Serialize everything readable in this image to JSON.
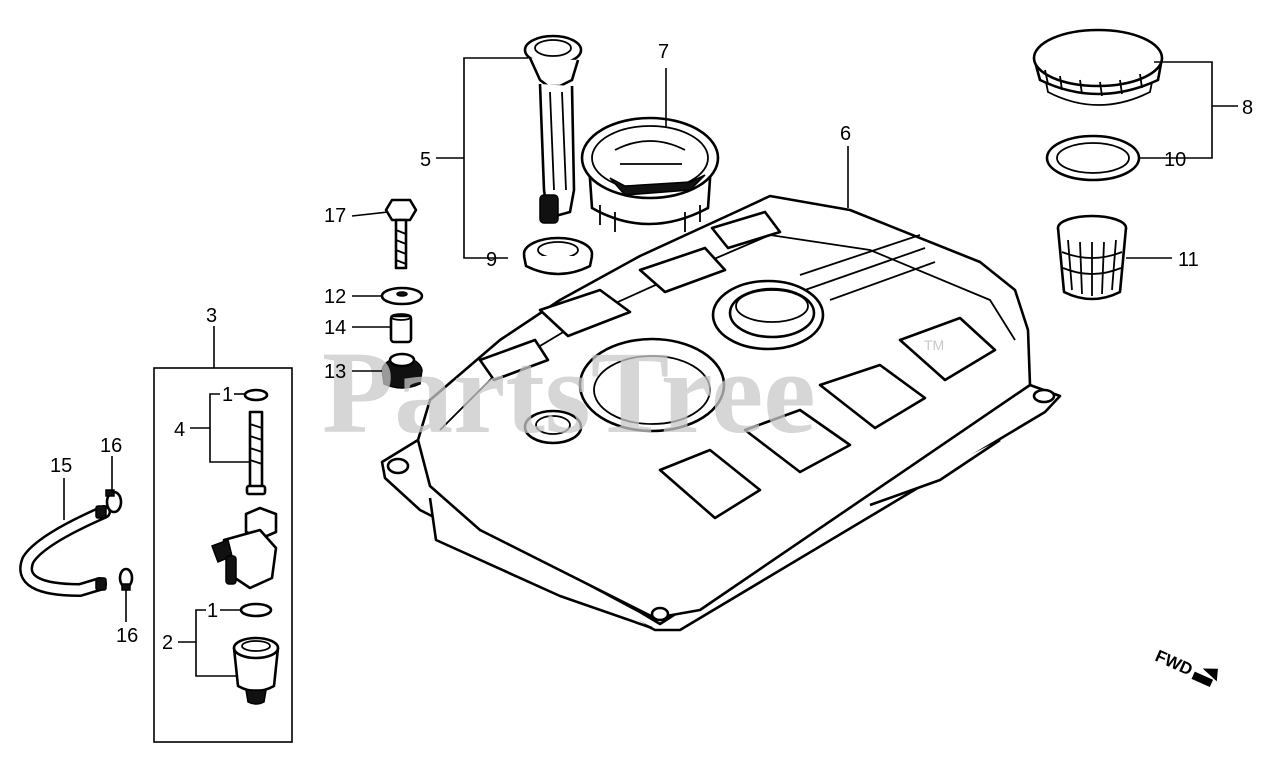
{
  "watermark": {
    "text": "PartsTree",
    "trademark": "TM"
  },
  "direction": {
    "label": "FWD"
  },
  "callouts": {
    "c1a": "1",
    "c1b": "1",
    "c2": "2",
    "c3": "3",
    "c4": "4",
    "c5": "5",
    "c6": "6",
    "c7": "7",
    "c8": "8",
    "c9": "9",
    "c10": "10",
    "c11": "11",
    "c12": "12",
    "c13": "13",
    "c14": "14",
    "c15": "15",
    "c16a": "16",
    "c16b": "16",
    "c17": "17"
  }
}
